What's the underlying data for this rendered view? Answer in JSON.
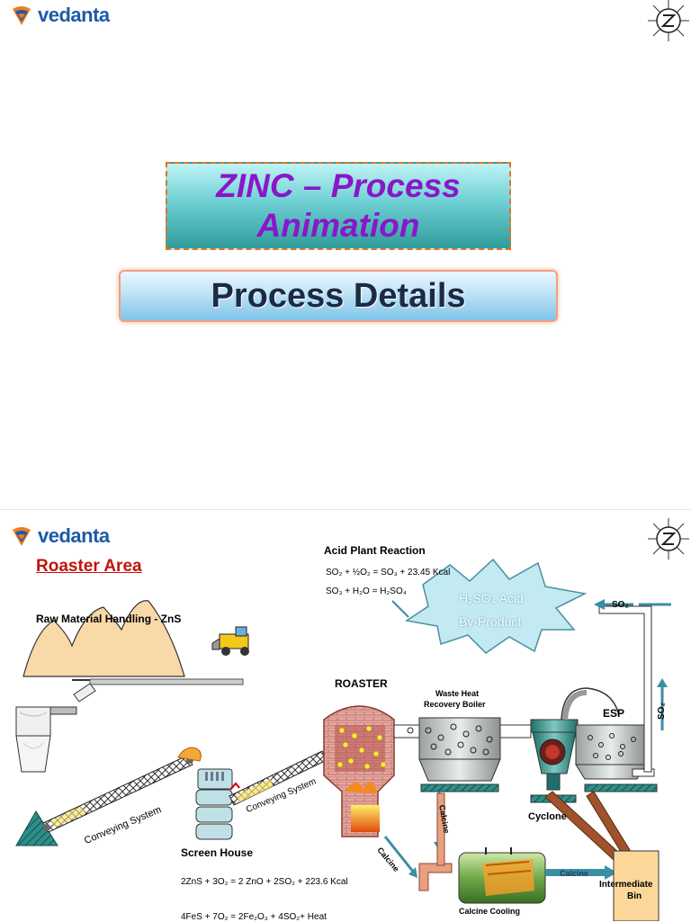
{
  "slide1": {
    "logo_text": "vedanta",
    "emblem_icon": "zinc-emblem-icon",
    "title_line1": "ZINC – Process",
    "title_line2": "Animation",
    "details_button": "Process Details"
  },
  "slide2": {
    "logo_text": "vedanta",
    "emblem_icon": "zinc-emblem-icon",
    "area_title": "Roaster Area",
    "raw_material": "Raw Material Handling - ZnS",
    "acid_plant_title": "Acid Plant Reaction",
    "acid_eq1": "SO₂ + ½O₂ = SO₃ + 23.45 Kcal",
    "acid_eq2": "SO₃ + H₂O = H₂SO₄",
    "acid_byproduct_line1": "H₂SO₄  Acid",
    "acid_byproduct_line2": "By-Product",
    "so2_top": "SO₂",
    "so2_side": "SO₂",
    "roaster": "ROASTER",
    "whrb_line1": "Waste Heat",
    "whrb_line2": "Recovery Boiler",
    "esp": "ESP",
    "cyclone": "Cyclone",
    "conveying1": "Conveying System",
    "conveying2": "Conveying System",
    "screen_house": "Screen House",
    "calcine1": "Calcine",
    "calcine2": "Calcine",
    "calcine3": "Calcine",
    "intermediate_line1": "Intermediate",
    "intermediate_line2": "Bin",
    "calcine_cooling": "Calcine Cooling",
    "reaction1": "2ZnS + 3O₂ = 2 ZnO + 2SO₂ + 223.6 Kcal",
    "reaction2": "4FeS + 7O₂ = 2Fe₂O₃ + 4SO₂+ Heat"
  },
  "colors": {
    "title_purple": "#8a16c9",
    "border_orange": "#e8711c",
    "roaster_red": "#c0140c",
    "arrow_teal": "#3b8ea6"
  }
}
